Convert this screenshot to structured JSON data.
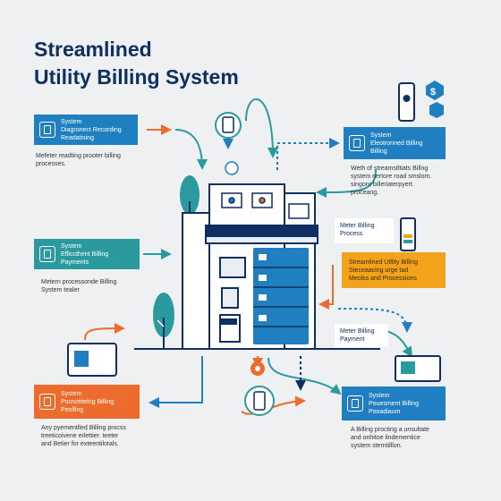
{
  "title": {
    "line1": "Streamlined",
    "line2": "Utility Billing System"
  },
  "colors": {
    "navy": "#0f2f63",
    "blue": "#1f7fc0",
    "teal": "#2a9a9e",
    "orange": "#ec6b2d",
    "amber": "#f2a21b"
  },
  "cards": {
    "top_left": {
      "line1": "System",
      "line2": "Diagronect Recording",
      "line3": "Readatising",
      "icon": "meter-icon"
    },
    "mid_left": {
      "line1": "System",
      "line2": "Efficcthent Billing",
      "line3": "Payments",
      "icon": "payment-icon"
    },
    "bottom_left": {
      "line1": "System",
      "line2": "Pocnotitelng Billing",
      "line3": "Peolfing",
      "icon": "billing-icon"
    },
    "top_right": {
      "line1": "System",
      "line2": "Eleotronned Billing",
      "line3": "Billing",
      "icon": "device-icon"
    },
    "mid_right": {
      "line1": "Streamlined Utllity Billing",
      "line2": "Steceaacing urge tad",
      "line3": "Meolss and Processions"
    },
    "bottom_right": {
      "line1": "System",
      "line2": "Pouesment Billing",
      "line3": "Pooadiaum",
      "icon": "billing-icon"
    }
  },
  "tags": {
    "meter_billing": {
      "line1": "Meter Billing",
      "line2": "Process"
    },
    "meter_payment": {
      "line1": "Meter Billing",
      "line2": "Payment"
    }
  },
  "descs": {
    "top_left": {
      "line1": "Mefeter readting prooter billing",
      "line2": "processes."
    },
    "mid_left": {
      "line1": "Metern processonde Billing",
      "line2": "System tealer"
    },
    "bottom_left": {
      "line1": "Any pyementlled Billing procss",
      "line2": "treeticoivene erlettier. teeter",
      "line3": "and Betier for exteentilotals."
    },
    "top_right": {
      "line1": "Weth of streamstltiats Billng",
      "line2": "system nertore road smslom.",
      "line3": "singonr billeriaterpyert.",
      "line4": "proceang."
    },
    "bottom_right": {
      "line1": "A Billing procting a unsultate",
      "line2": "and onhitoe lindementice",
      "line3": "system sterntilllon."
    }
  }
}
